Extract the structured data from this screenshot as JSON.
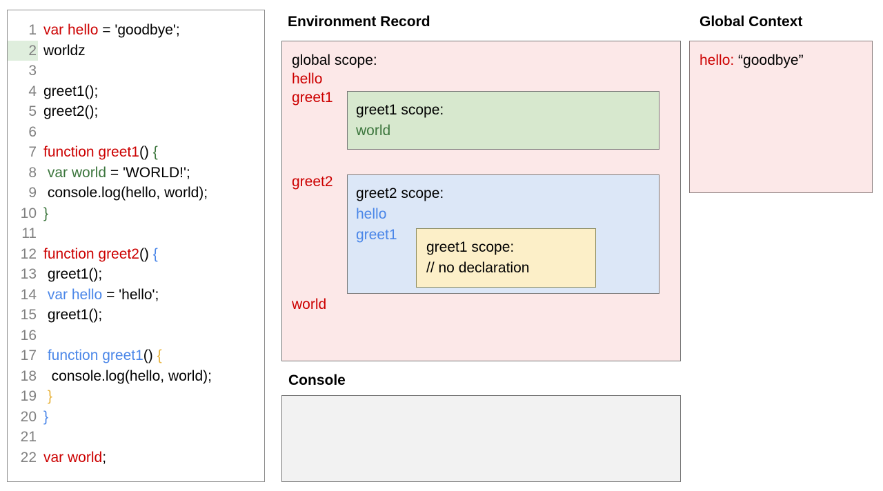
{
  "editor": {
    "highlighted_line": 2,
    "lines": [
      {
        "number": "1",
        "tokens": [
          {
            "t": "var hello",
            "c": "red"
          },
          {
            "t": " = 'goodbye';",
            "c": "black"
          }
        ]
      },
      {
        "number": "2",
        "tokens": [
          {
            "t": "worldz",
            "c": "black"
          }
        ]
      },
      {
        "number": "3",
        "tokens": [
          {
            "t": "",
            "c": "black"
          }
        ]
      },
      {
        "number": "4",
        "tokens": [
          {
            "t": "greet1();",
            "c": "black"
          }
        ]
      },
      {
        "number": "5",
        "tokens": [
          {
            "t": "greet2();",
            "c": "black"
          }
        ]
      },
      {
        "number": "6",
        "tokens": [
          {
            "t": "",
            "c": "black"
          }
        ]
      },
      {
        "number": "7",
        "tokens": [
          {
            "t": "function greet1",
            "c": "red"
          },
          {
            "t": "() ",
            "c": "black"
          },
          {
            "t": "{",
            "c": "green"
          }
        ]
      },
      {
        "number": "8",
        "tokens": [
          {
            "t": " ",
            "c": "black"
          },
          {
            "t": "var world",
            "c": "green"
          },
          {
            "t": " = 'WORLD!';",
            "c": "black"
          }
        ]
      },
      {
        "number": "9",
        "tokens": [
          {
            "t": " console.log(hello, world);",
            "c": "black"
          }
        ]
      },
      {
        "number": "10",
        "tokens": [
          {
            "t": "}",
            "c": "green"
          }
        ]
      },
      {
        "number": "11",
        "tokens": [
          {
            "t": "",
            "c": "black"
          }
        ]
      },
      {
        "number": "12",
        "tokens": [
          {
            "t": "function greet2",
            "c": "red"
          },
          {
            "t": "() ",
            "c": "black"
          },
          {
            "t": "{",
            "c": "blue"
          }
        ]
      },
      {
        "number": "13",
        "tokens": [
          {
            "t": " greet1();",
            "c": "black"
          }
        ]
      },
      {
        "number": "14",
        "tokens": [
          {
            "t": " ",
            "c": "black"
          },
          {
            "t": "var hello",
            "c": "blue"
          },
          {
            "t": " = 'hello';",
            "c": "black"
          }
        ]
      },
      {
        "number": "15",
        "tokens": [
          {
            "t": " greet1();",
            "c": "black"
          }
        ]
      },
      {
        "number": "16",
        "tokens": [
          {
            "t": "",
            "c": "black"
          }
        ]
      },
      {
        "number": "17",
        "tokens": [
          {
            "t": " ",
            "c": "black"
          },
          {
            "t": "function greet1",
            "c": "blue"
          },
          {
            "t": "() ",
            "c": "black"
          },
          {
            "t": "{",
            "c": "gold"
          }
        ]
      },
      {
        "number": "18",
        "tokens": [
          {
            "t": "  console.log(hello, world);",
            "c": "black"
          }
        ]
      },
      {
        "number": "19",
        "tokens": [
          {
            "t": " ",
            "c": "black"
          },
          {
            "t": "}",
            "c": "gold"
          }
        ]
      },
      {
        "number": "20",
        "tokens": [
          {
            "t": "}",
            "c": "blue"
          }
        ]
      },
      {
        "number": "21",
        "tokens": [
          {
            "t": "",
            "c": "black"
          }
        ]
      },
      {
        "number": "22",
        "tokens": [
          {
            "t": "var world",
            "c": "red"
          },
          {
            "t": ";",
            "c": "black"
          }
        ]
      }
    ]
  },
  "environment_record": {
    "title": "Environment Record",
    "global_scope": {
      "heading": "global scope:",
      "variables": [
        "hello",
        "greet1",
        "greet2",
        "world"
      ]
    },
    "greet1_scope": {
      "heading": "greet1 scope:",
      "variables": [
        "world"
      ]
    },
    "greet2_scope": {
      "heading": "greet2 scope:",
      "variables": [
        "hello",
        "greet1"
      ]
    },
    "greet1_inner_scope": {
      "heading": "greet1 scope:",
      "note": "// no declaration"
    }
  },
  "global_context": {
    "title": "Global Context",
    "entries": [
      {
        "key": "hello:",
        "value": "“goodbye”"
      }
    ]
  },
  "console": {
    "title": "Console",
    "output": ""
  },
  "colors": {
    "red": "#cc0000",
    "green": "#3c763d",
    "blue": "#4a86e8",
    "gold": "#e8b33c",
    "pink_bg": "#fce8e8",
    "green_bg": "#d7e8ce",
    "blue_bg": "#dce7f7",
    "yellow_bg": "#fcefc8",
    "console_bg": "#f2f2f2",
    "line_highlight": "#dfeedd"
  }
}
